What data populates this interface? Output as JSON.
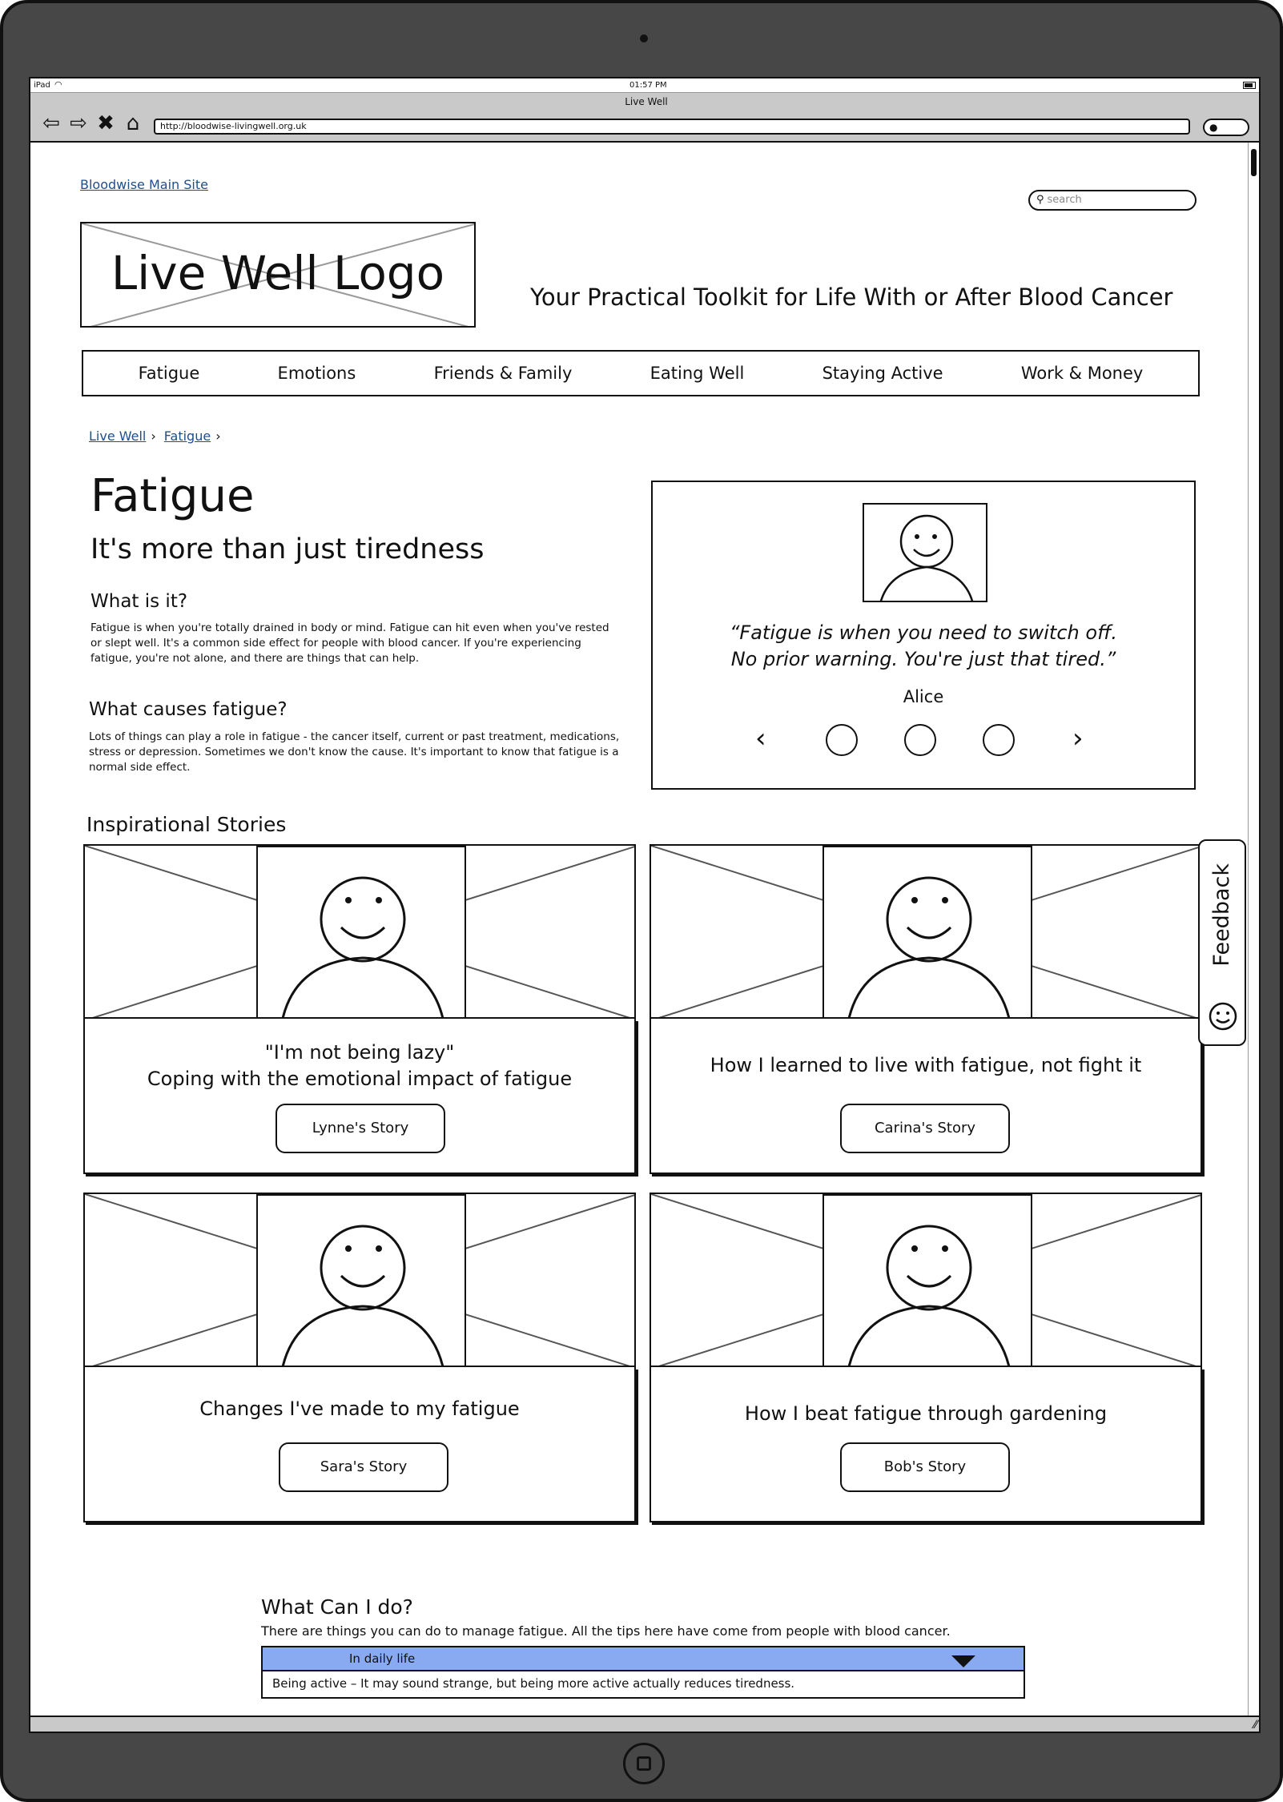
{
  "device": {
    "label": "iPad",
    "time": "01:57 PM"
  },
  "browser": {
    "window_title": "Live Well",
    "url": "http://bloodwise-livingwell.org.uk",
    "nav_icons": [
      "back-arrow-icon",
      "forward-arrow-icon",
      "close-icon",
      "home-icon"
    ],
    "search_pill_icon": "search-icon"
  },
  "header": {
    "main_site_link": "Bloodwise Main Site",
    "search_placeholder": "search",
    "logo_text": "Live Well Logo",
    "tagline": "Your Practical Toolkit for Life With or After Blood Cancer"
  },
  "nav": {
    "items": [
      "Fatigue",
      "Emotions",
      "Friends & Family",
      "Eating Well",
      "Staying Active",
      "Work & Money"
    ]
  },
  "breadcrumb": {
    "items": [
      "Live Well",
      "Fatigue"
    ]
  },
  "content": {
    "title": "Fatigue",
    "subtitle": "It's more than just tiredness",
    "sections": [
      {
        "heading": "What is it?",
        "text": "Fatigue is when you're totally drained in body or mind. Fatigue can hit even when you've rested or slept well. It's a common side effect for people with blood cancer. If you're experiencing fatigue, you're not alone, and there are things that can help."
      },
      {
        "heading": "What causes fatigue?",
        "text": "Lots of things can play a role in fatigue - the cancer itself, current or past treatment, medications, stress or depression. Sometimes we don't know the cause. It's important to know that fatigue is a normal side effect."
      }
    ]
  },
  "quote": {
    "line1": "“Fatigue is when you need to switch off.",
    "line2": "No prior warning. You're just that tired.”",
    "name": "Alice",
    "prev": "‹",
    "next": "›",
    "dots": 3
  },
  "stories": {
    "title": "Inspirational Stories",
    "cards": [
      {
        "title_lines": [
          "\"I'm not being lazy\"",
          "Coping with the emotional impact of fatigue"
        ],
        "button": "Lynne's Story"
      },
      {
        "title_lines": [
          "How I learned to live with fatigue, not fight it"
        ],
        "button": "Carina's Story"
      },
      {
        "title_lines": [
          "Changes I've made to my fatigue"
        ],
        "button": "Sara's Story"
      },
      {
        "title_lines": [
          "How I beat fatigue through gardening"
        ],
        "button": "Bob's Story"
      }
    ]
  },
  "feedback": {
    "label": "Feedback",
    "icon": "smiley-icon"
  },
  "what_can_i_do": {
    "title": "What Can I do?",
    "text": "There are things you can do to manage fatigue. All the tips here have come from people with blood cancer.",
    "accordion": {
      "header": "In daily life",
      "items": [
        "Being active – It may sound strange, but being more active actually reduces tiredness."
      ]
    }
  },
  "colors": {
    "accordion_header": "#89aaf0",
    "link": "#1f4e8c",
    "device": "#474747",
    "browser_chrome": "#c9c9c9"
  }
}
